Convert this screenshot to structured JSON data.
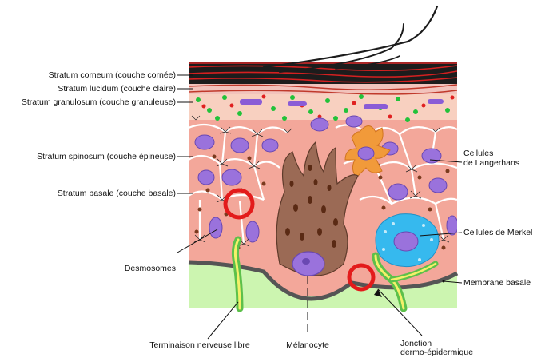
{
  "labels": {
    "corneum": "Stratum corneum (couche cornée)",
    "lucidum": "Stratum lucidum (couche claire)",
    "granulosum": "Stratum granulosum (couche granuleuse)",
    "spinosum": "Stratum spinosum (couche épineuse)",
    "basale": "Stratum basale (couche basale)",
    "desmosomes": "Desmosomes",
    "terminaison": "Terminaison nerveuse libre",
    "melanocyte": "Mélanocyte",
    "jonction_1": "Jonction",
    "jonction_2": "dermo-épidermique",
    "langerhans_1": "Cellules",
    "langerhans_2": "de Langerhans",
    "merkel": "Cellules de Merkel",
    "membrane": "Membrane basale"
  },
  "colors": {
    "corneum": "#1c1c1c",
    "corneum_red": "#d42020",
    "granules_green": "#22c23a",
    "granules_red": "#e02020",
    "granule_cell": "#8a5cd6",
    "spinosum_bg": "#f3a79a",
    "cell_outline": "#ffffff",
    "nucleus": "#9a72dc",
    "melanin": "#7a3a1e",
    "melanocyte_body": "#9b6a55",
    "langerhans": "#f19a3a",
    "merkel": "#36b9ee",
    "nerve": "#5cc04a",
    "nerve_core": "#f4f06a",
    "membrane": "#555555",
    "dermis": "#ccf5b0",
    "highlight_ring": "#e31b1b"
  }
}
